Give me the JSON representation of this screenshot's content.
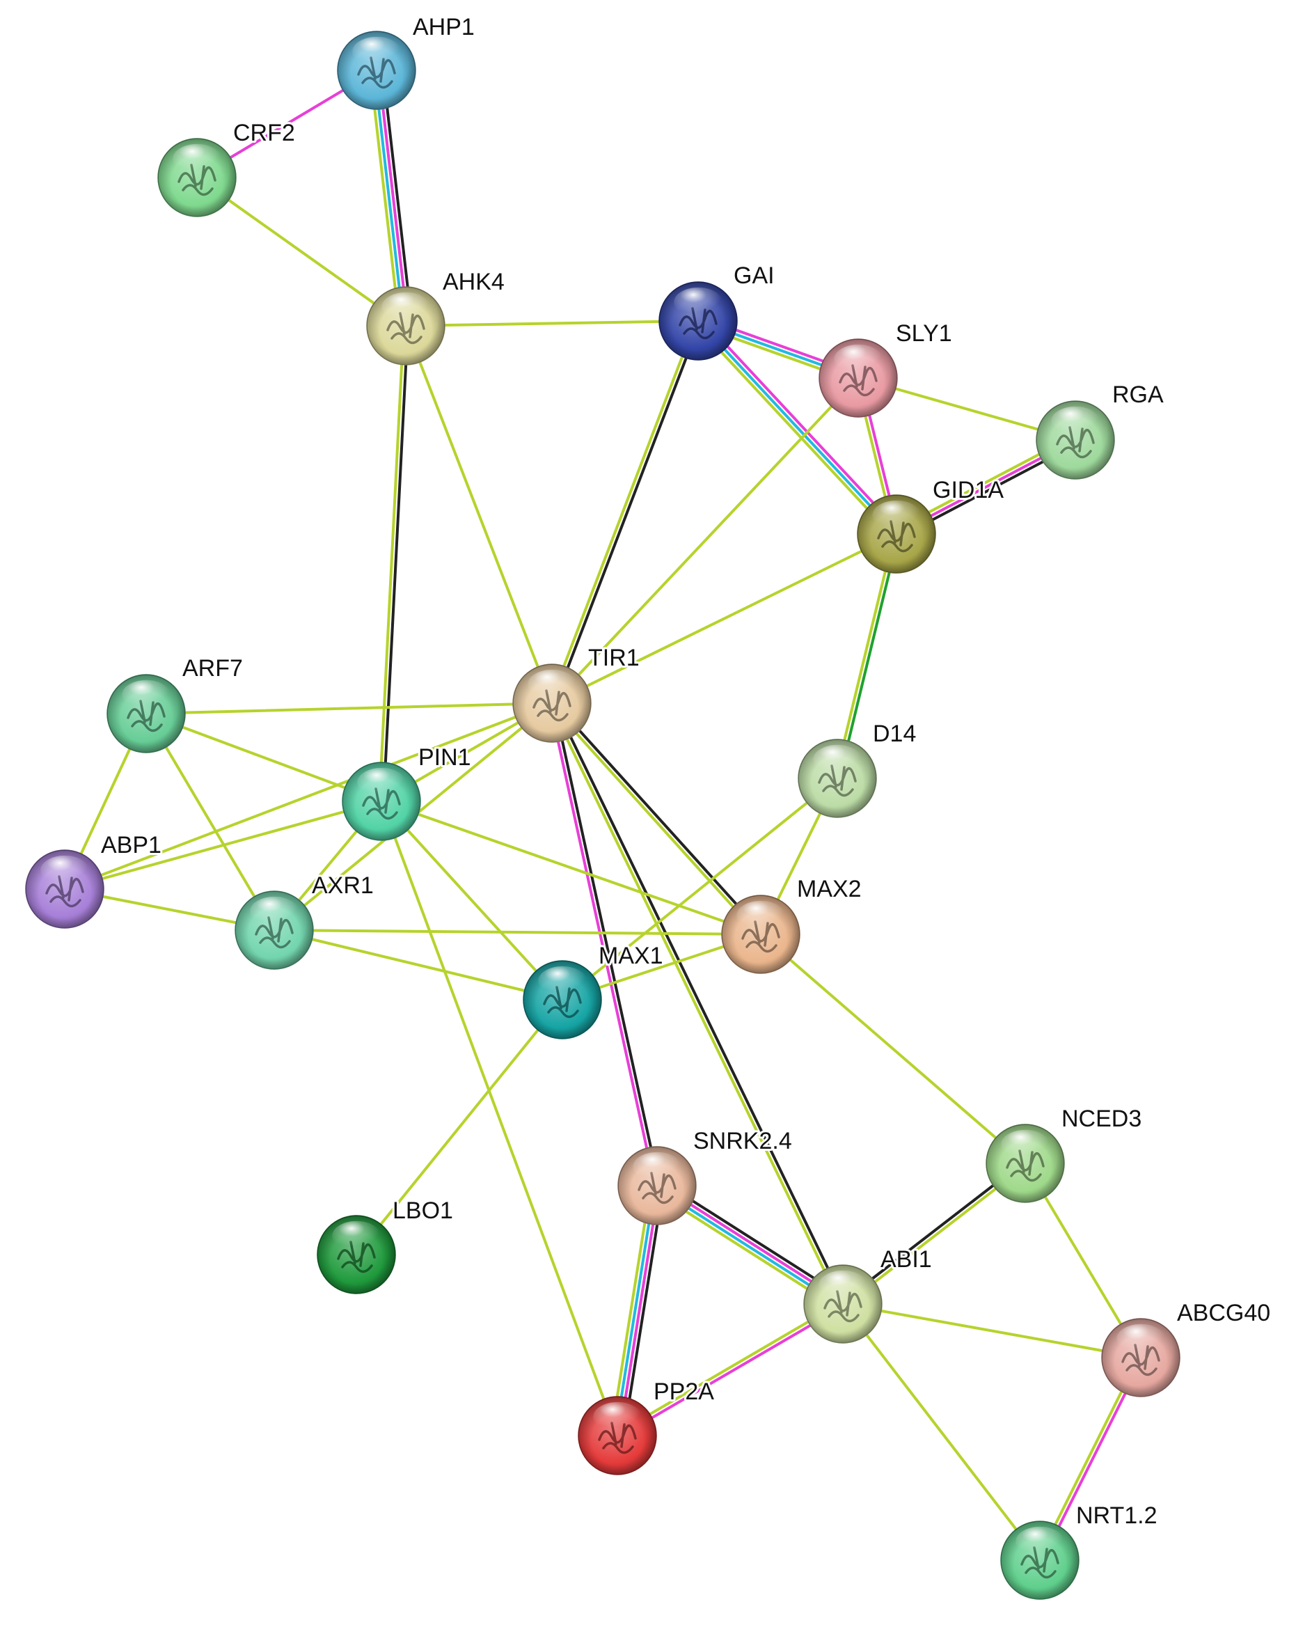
{
  "colors": {
    "textmining": "#b6d32c",
    "coexpression": "#222222",
    "experimental": "#e83fd7",
    "database": "#22b9e0",
    "neighborhood": "#1fa12f"
  },
  "nodes": [
    {
      "id": "AHP1",
      "label": "AHP1",
      "color": "#5cb6d8"
    },
    {
      "id": "CRF2",
      "label": "CRF2",
      "color": "#7fd98e"
    },
    {
      "id": "AHK4",
      "label": "AHK4",
      "color": "#dcd89a"
    },
    {
      "id": "GAI",
      "label": "GAI",
      "color": "#3345a8"
    },
    {
      "id": "SLY1",
      "label": "SLY1",
      "color": "#e99aa2"
    },
    {
      "id": "RGA",
      "label": "RGA",
      "color": "#9ed99c"
    },
    {
      "id": "GID1A",
      "label": "GID1A",
      "color": "#a8a648"
    },
    {
      "id": "TIR1",
      "label": "TIR1",
      "color": "#e6caa0"
    },
    {
      "id": "ARF7",
      "label": "ARF7",
      "color": "#67cd96"
    },
    {
      "id": "PIN1",
      "label": "PIN1",
      "color": "#52d3a6"
    },
    {
      "id": "D14",
      "label": "D14",
      "color": "#bcdca6"
    },
    {
      "id": "ABP1",
      "label": "ABP1",
      "color": "#a77fd8"
    },
    {
      "id": "AXR1",
      "label": "AXR1",
      "color": "#72d5ad"
    },
    {
      "id": "MAX2",
      "label": "MAX2",
      "color": "#eab58c"
    },
    {
      "id": "MAX1",
      "label": "MAX1",
      "color": "#16a4a4"
    },
    {
      "id": "NCED3",
      "label": "NCED3",
      "color": "#9fd98a"
    },
    {
      "id": "SNRK2.4",
      "label": "SNRK2.4",
      "color": "#e9b89c"
    },
    {
      "id": "LBO1",
      "label": "LBO1",
      "color": "#1f9a3c"
    },
    {
      "id": "ABI1",
      "label": "ABI1",
      "color": "#cfe0a2"
    },
    {
      "id": "ABCG40",
      "label": "ABCG40",
      "color": "#e6a8a0"
    },
    {
      "id": "PP2A",
      "label": "PP2A",
      "color": "#e53a3a"
    },
    {
      "id": "NRT1.2",
      "label": "NRT1.2",
      "color": "#5fcf8c"
    }
  ],
  "edges": [
    {
      "a": "AHP1",
      "b": "CRF2",
      "types": [
        "experimental"
      ]
    },
    {
      "a": "AHP1",
      "b": "AHK4",
      "types": [
        "coexpression",
        "experimental",
        "database",
        "textmining"
      ]
    },
    {
      "a": "CRF2",
      "b": "AHK4",
      "types": [
        "textmining"
      ]
    },
    {
      "a": "AHK4",
      "b": "GAI",
      "types": [
        "textmining"
      ]
    },
    {
      "a": "AHK4",
      "b": "PIN1",
      "types": [
        "coexpression",
        "textmining"
      ]
    },
    {
      "a": "AHK4",
      "b": "TIR1",
      "types": [
        "textmining"
      ]
    },
    {
      "a": "GAI",
      "b": "SLY1",
      "types": [
        "experimental",
        "database",
        "textmining"
      ]
    },
    {
      "a": "GAI",
      "b": "GID1A",
      "types": [
        "experimental",
        "database",
        "textmining"
      ]
    },
    {
      "a": "GAI",
      "b": "TIR1",
      "types": [
        "coexpression",
        "textmining"
      ]
    },
    {
      "a": "SLY1",
      "b": "RGA",
      "types": [
        "textmining"
      ]
    },
    {
      "a": "SLY1",
      "b": "GID1A",
      "types": [
        "experimental",
        "textmining"
      ]
    },
    {
      "a": "SLY1",
      "b": "TIR1",
      "types": [
        "textmining"
      ]
    },
    {
      "a": "RGA",
      "b": "GID1A",
      "types": [
        "coexpression",
        "experimental",
        "textmining"
      ]
    },
    {
      "a": "GID1A",
      "b": "TIR1",
      "types": [
        "textmining"
      ]
    },
    {
      "a": "GID1A",
      "b": "D14",
      "types": [
        "neighborhood",
        "textmining"
      ]
    },
    {
      "a": "TIR1",
      "b": "ARF7",
      "types": [
        "textmining"
      ]
    },
    {
      "a": "TIR1",
      "b": "PIN1",
      "types": [
        "textmining"
      ]
    },
    {
      "a": "TIR1",
      "b": "ABP1",
      "types": [
        "textmining"
      ]
    },
    {
      "a": "TIR1",
      "b": "AXR1",
      "types": [
        "textmining"
      ]
    },
    {
      "a": "TIR1",
      "b": "MAX2",
      "types": [
        "coexpression",
        "textmining"
      ]
    },
    {
      "a": "TIR1",
      "b": "SNRK2.4",
      "types": [
        "coexpression",
        "experimental"
      ]
    },
    {
      "a": "TIR1",
      "b": "ABI1",
      "types": [
        "coexpression",
        "textmining"
      ]
    },
    {
      "a": "ARF7",
      "b": "PIN1",
      "types": [
        "textmining"
      ]
    },
    {
      "a": "ARF7",
      "b": "ABP1",
      "types": [
        "textmining"
      ]
    },
    {
      "a": "ARF7",
      "b": "AXR1",
      "types": [
        "textmining"
      ]
    },
    {
      "a": "PIN1",
      "b": "ABP1",
      "types": [
        "textmining"
      ]
    },
    {
      "a": "PIN1",
      "b": "AXR1",
      "types": [
        "textmining"
      ]
    },
    {
      "a": "PIN1",
      "b": "MAX2",
      "types": [
        "textmining"
      ]
    },
    {
      "a": "PIN1",
      "b": "MAX1",
      "types": [
        "textmining"
      ]
    },
    {
      "a": "PIN1",
      "b": "PP2A",
      "types": [
        "textmining"
      ]
    },
    {
      "a": "ABP1",
      "b": "AXR1",
      "types": [
        "textmining"
      ]
    },
    {
      "a": "AXR1",
      "b": "MAX2",
      "types": [
        "textmining"
      ]
    },
    {
      "a": "AXR1",
      "b": "MAX1",
      "types": [
        "textmining"
      ]
    },
    {
      "a": "D14",
      "b": "MAX2",
      "types": [
        "textmining"
      ]
    },
    {
      "a": "D14",
      "b": "MAX1",
      "types": [
        "textmining"
      ]
    },
    {
      "a": "MAX2",
      "b": "MAX1",
      "types": [
        "textmining"
      ]
    },
    {
      "a": "MAX2",
      "b": "NCED3",
      "types": [
        "textmining"
      ]
    },
    {
      "a": "MAX1",
      "b": "LBO1",
      "types": [
        "textmining"
      ]
    },
    {
      "a": "SNRK2.4",
      "b": "ABI1",
      "types": [
        "coexpression",
        "experimental",
        "database",
        "textmining"
      ]
    },
    {
      "a": "SNRK2.4",
      "b": "PP2A",
      "types": [
        "coexpression",
        "experimental",
        "database",
        "textmining"
      ]
    },
    {
      "a": "ABI1",
      "b": "PP2A",
      "types": [
        "experimental",
        "textmining"
      ]
    },
    {
      "a": "ABI1",
      "b": "NCED3",
      "types": [
        "coexpression",
        "textmining"
      ]
    },
    {
      "a": "ABI1",
      "b": "ABCG40",
      "types": [
        "textmining"
      ]
    },
    {
      "a": "ABI1",
      "b": "NRT1.2",
      "types": [
        "textmining"
      ]
    },
    {
      "a": "NCED3",
      "b": "ABCG40",
      "types": [
        "textmining"
      ]
    },
    {
      "a": "ABCG40",
      "b": "NRT1.2",
      "types": [
        "experimental",
        "textmining"
      ]
    }
  ]
}
